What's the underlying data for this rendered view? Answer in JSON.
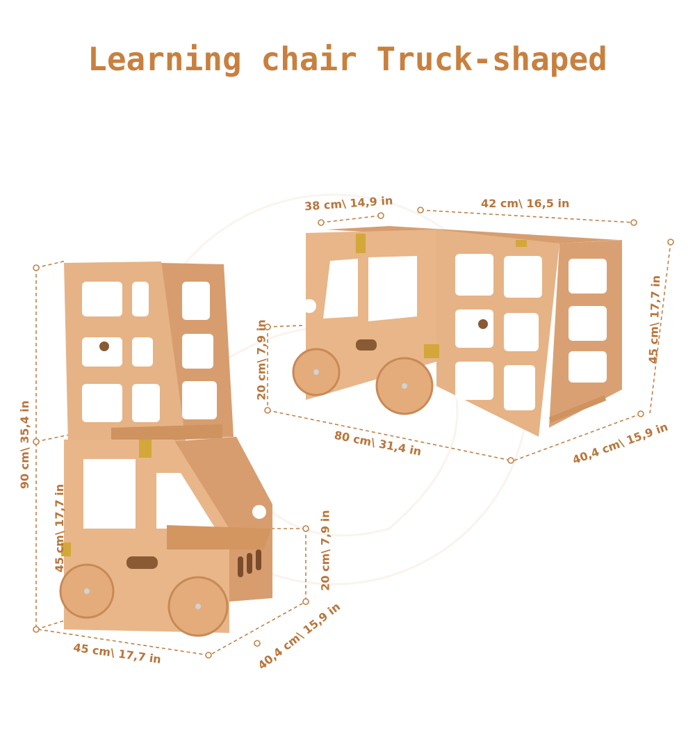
{
  "title": "Learning chair Truck-shaped",
  "colors": {
    "title": "#c8803f",
    "dimension_text": "#b9743a",
    "dimension_line": "#c08047",
    "wood_light": "#e9b88a",
    "wood_mid": "#dba377",
    "wood_dark": "#c58557",
    "background": "#ffffff"
  },
  "tower_view": {
    "height_total": "90 cm\\ 35,4 in",
    "height_lower": "45 cm\\ 17,7 in",
    "step_height": "20 cm\\ 7,9 in",
    "width": "45 cm\\ 17,7 in",
    "depth": "40,4 cm\\ 15,9 in"
  },
  "table_view": {
    "depth_top": "38 cm\\ 14,9 in",
    "width_top": "42 cm\\ 16,5 in",
    "step_height": "20 cm\\ 7,9 in",
    "length": "80 cm\\ 31,4 in",
    "height": "45 cm\\ 17,7 in",
    "depth_bottom": "40,4 cm\\ 15,9 in"
  }
}
